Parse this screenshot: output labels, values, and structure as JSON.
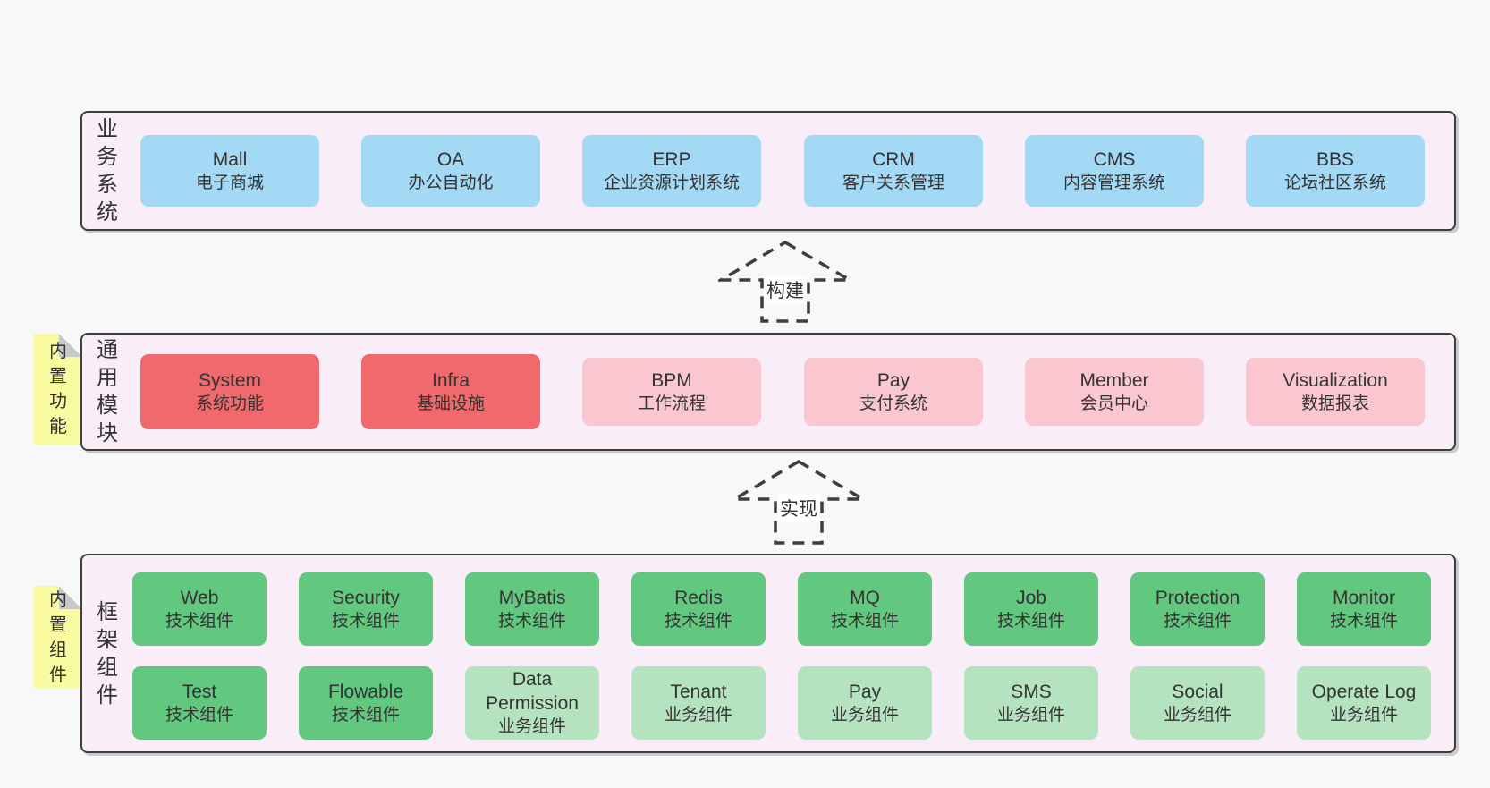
{
  "colors": {
    "page_bg": "#f8f8f8",
    "panel_bg": "#f9eef8",
    "panel_border": "#3e3e3e",
    "blue_box": "#a4d9f5",
    "red_box": "#f0696c",
    "pink_box": "#fac7d1",
    "green_box": "#62c77f",
    "light_green_box": "#b5e3c0",
    "sticky_yellow": "#fafaa1",
    "sticky_fold": "#c9c9c9",
    "text": "#333333"
  },
  "business": {
    "label": "业务系统",
    "boxes": [
      {
        "name": "Mall",
        "desc": "电子商城"
      },
      {
        "name": "OA",
        "desc": "办公自动化"
      },
      {
        "name": "ERP",
        "desc": "企业资源计划系统"
      },
      {
        "name": "CRM",
        "desc": "客户关系管理"
      },
      {
        "name": "CMS",
        "desc": "内容管理系统"
      },
      {
        "name": "BBS",
        "desc": "论坛社区系统"
      }
    ]
  },
  "arrows": {
    "build": "构建",
    "implement": "实现"
  },
  "modules": {
    "label": "通用模块",
    "sticky": "内置功能",
    "boxes": [
      {
        "name": "System",
        "desc": "系统功能",
        "variant": "red"
      },
      {
        "name": "Infra",
        "desc": "基础设施",
        "variant": "red"
      },
      {
        "name": "BPM",
        "desc": "工作流程",
        "variant": "pink"
      },
      {
        "name": "Pay",
        "desc": "支付系统",
        "variant": "pink"
      },
      {
        "name": "Member",
        "desc": "会员中心",
        "variant": "pink"
      },
      {
        "name": "Visualization",
        "desc": "数据报表",
        "variant": "pink"
      }
    ]
  },
  "framework": {
    "label": "框架组件",
    "sticky": "内置组件",
    "row1": [
      {
        "name": "Web",
        "desc": "技术组件",
        "variant": "green"
      },
      {
        "name": "Security",
        "desc": "技术组件",
        "variant": "green"
      },
      {
        "name": "MyBatis",
        "desc": "技术组件",
        "variant": "green"
      },
      {
        "name": "Redis",
        "desc": "技术组件",
        "variant": "green"
      },
      {
        "name": "MQ",
        "desc": "技术组件",
        "variant": "green"
      },
      {
        "name": "Job",
        "desc": "技术组件",
        "variant": "green"
      },
      {
        "name": "Protection",
        "desc": "技术组件",
        "variant": "green"
      },
      {
        "name": "Monitor",
        "desc": "技术组件",
        "variant": "green"
      }
    ],
    "row2": [
      {
        "name": "Test",
        "desc": "技术组件",
        "variant": "green"
      },
      {
        "name": "Flowable",
        "desc": "技术组件",
        "variant": "green"
      },
      {
        "name": "Data Permission",
        "desc": "业务组件",
        "variant": "light-green"
      },
      {
        "name": "Tenant",
        "desc": "业务组件",
        "variant": "light-green"
      },
      {
        "name": "Pay",
        "desc": "业务组件",
        "variant": "light-green"
      },
      {
        "name": "SMS",
        "desc": "业务组件",
        "variant": "light-green"
      },
      {
        "name": "Social",
        "desc": "业务组件",
        "variant": "light-green"
      },
      {
        "name": "Operate Log",
        "desc": "业务组件",
        "variant": "light-green"
      }
    ]
  }
}
